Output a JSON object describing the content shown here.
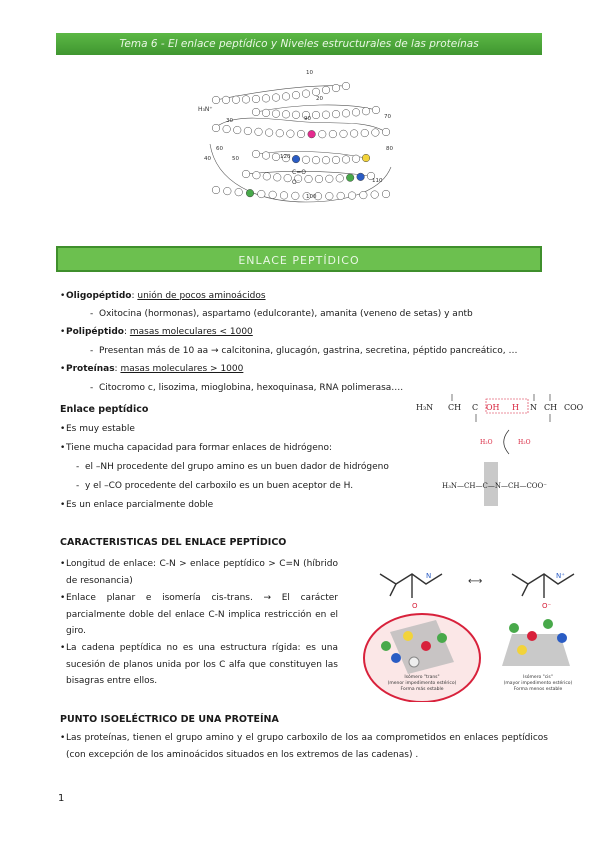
{
  "header": {
    "title": "Tema 6 - El enlace peptídico y Niveles estructurales de las proteínas"
  },
  "protein_figure": {
    "numbers": [
      "10",
      "20",
      "30",
      "40",
      "50",
      "60",
      "70",
      "80",
      "90",
      "100",
      "110",
      "120"
    ],
    "labels": [
      "H₃N⁺",
      "C=O",
      "O⁻"
    ]
  },
  "section_title": "ENLACE PEPTÍDICO",
  "defs": [
    {
      "term": "Oligopéptido",
      "desc": "unión de pocos aminoácidos",
      "example": "Oxitocina (hormonas), aspartamo (edulcorante), amanita (veneno de setas) y antb"
    },
    {
      "term": "Polipéptido",
      "desc": "masas moleculares < 1000",
      "example": "Presentan más de 10 aa → calcitonina, glucagón, gastrina, secretina, péptido pancreático, …"
    },
    {
      "term": "Proteínas",
      "desc": "masas moleculares > 1000",
      "example": "Citocromo c, lisozima, mioglobina, hexoquinasa, RNA polimerasa…."
    }
  ],
  "enlace": {
    "title": "Enlace peptídico",
    "b1": "Es muy estable",
    "b2": "Tiene mucha capacidad para formar enlaces de hidrógeno:",
    "s1": "el –NH procedente del grupo amino es un buen dador de hidrógeno",
    "s2": "y el –CO procedente del carboxilo es un buen aceptor de H.",
    "b3": "Es un enlace parcialmente doble"
  },
  "reaction": {
    "r1": [
      "H₃N",
      "CH",
      "C",
      "OH",
      "H",
      "N",
      "CH",
      "COO"
    ],
    "water": [
      "H₂O",
      "H₂O"
    ],
    "product": "H₃N—CH—C—N—CH—COO⁻"
  },
  "caract": {
    "title": "CARACTERISTICAS DEL ENLACE PEPTÍDICO",
    "p1": "Longitud de enlace: C-N > enlace peptídico > C=N (híbrido de resonancia)",
    "p2": "Enlace planar e isomería cis-trans. → El carácter parcialmente doble del enlace C-N implica restricción en el giro.",
    "p3": "La cadena peptídica no es una estructura rígida: es una sucesión de planos unida por los C alfa que constituyen las bisagras entre ellos."
  },
  "isomers": {
    "trans_caption": [
      "Isómero \"trans\"",
      "(menor impedimento estérico)",
      "Forma más estable"
    ],
    "cis_caption": [
      "Isómero \"cis\"",
      "(mayor impedimento estérico)",
      "Forma menos estable"
    ]
  },
  "punto": {
    "title": "PUNTO ISOELÉCTRICO DE UNA PROTEÍNA",
    "p1": "Las proteínas, tienen el grupo amino y el grupo carboxilo de los aa comprometidos en enlaces peptídicos (con excepción de los aminoácidos situados en los extremos de las cadenas) ."
  },
  "page_number": "1",
  "colors": {
    "banner": "#4fa83a",
    "accent_red": "#d8213b"
  }
}
